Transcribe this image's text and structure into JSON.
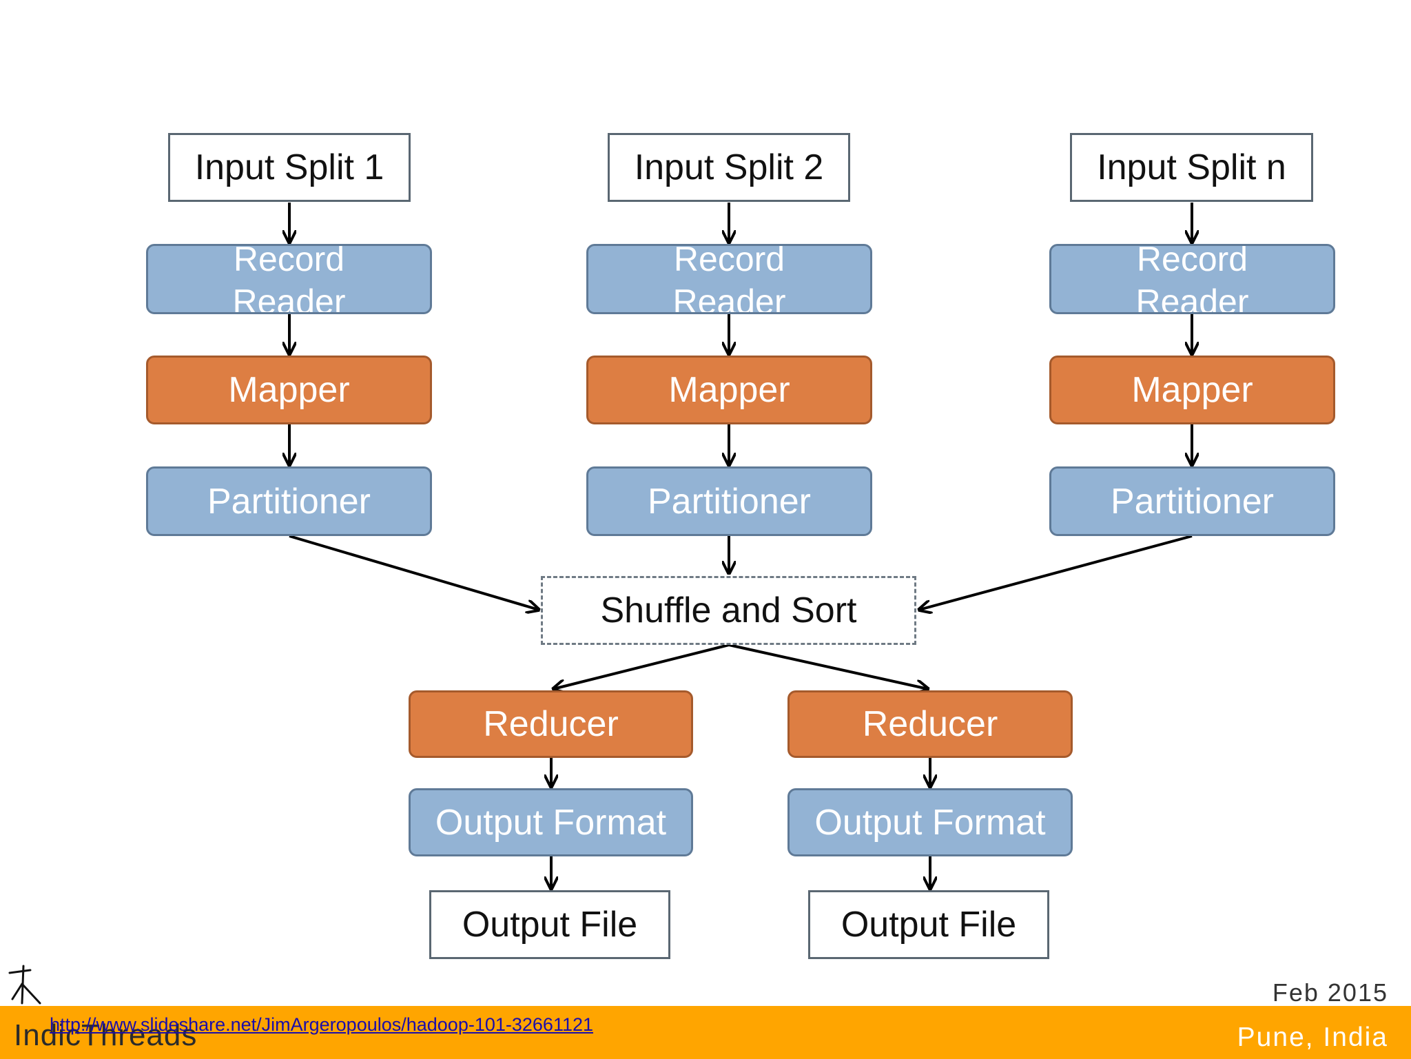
{
  "diagram": {
    "input_splits": [
      "Input Split 1",
      "Input Split 2",
      "Input Split n"
    ],
    "record_reader": "Record Reader",
    "record_reader_lines": [
      "Record",
      "Reader"
    ],
    "mapper": "Mapper",
    "partitioner": "Partitioner",
    "shuffle_sort": "Shuffle and Sort",
    "reducer": "Reducer",
    "output_format": "Output Format",
    "output_file": "Output File"
  },
  "footer": {
    "logo_text": "IndicThreads",
    "source_url": "http://www.slideshare.net/JimArgeropoulos/hadoop-101-32661121",
    "date": "Feb 2015",
    "location": "Pune, India"
  },
  "colors": {
    "record_reader_fill": "#93b3d4",
    "mapper_fill": "#dd7e43",
    "footer_bar": "#ffa500"
  }
}
